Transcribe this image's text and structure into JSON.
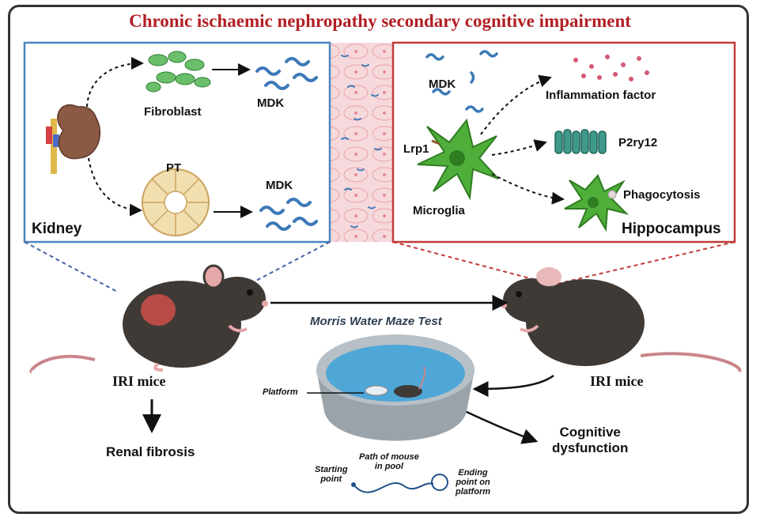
{
  "title": "Chronic ischaemic nephropathy secondary cognitive impairment",
  "colors": {
    "title": "#b21f24",
    "kidney_box": "#4a86c2",
    "hippocampus_box": "#c23a3a",
    "microglia": "#3f9a2e",
    "mdk": "#3d79b8",
    "vessel_bg": "#f6d9dc",
    "mouse": "#3f3a36",
    "pool_water": "#4fa7d8"
  },
  "kidney_panel": {
    "label": "Kidney",
    "fibroblast": "Fibroblast",
    "pt": "PT",
    "mdk_top": "MDK",
    "mdk_bottom": "MDK"
  },
  "hippocampus_panel": {
    "label": "Hippocampus",
    "mdk": "MDK",
    "lrp1": "Lrp1",
    "microglia": "Microglia",
    "inflammation": "Inflammation factor",
    "p2ry12": "P2ry12",
    "phagocytosis": "Phagocytosis"
  },
  "left_mouse": {
    "label": "IRI mice",
    "outcome": "Renal fibrosis"
  },
  "right_mouse": {
    "label": "IRI mice",
    "outcome_line1": "Cognitive",
    "outcome_line2": "dysfunction"
  },
  "maze": {
    "title": "Morris Water Maze Test",
    "platform": "Platform",
    "path_line1": "Path of mouse",
    "path_line2": "in pool",
    "start_line1": "Starting",
    "start_line2": "point",
    "end_line1": "Ending",
    "end_line2": "point on",
    "end_line3": "platform"
  }
}
